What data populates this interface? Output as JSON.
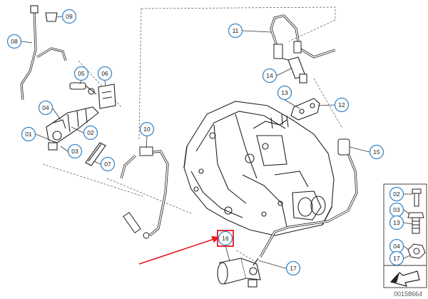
{
  "callouts": [
    {
      "id": "c01",
      "label": "01"
    },
    {
      "id": "c02",
      "label": "02"
    },
    {
      "id": "c03",
      "label": "03"
    },
    {
      "id": "c04",
      "label": "04"
    },
    {
      "id": "c05",
      "label": "05"
    },
    {
      "id": "c06",
      "label": "06"
    },
    {
      "id": "c07",
      "label": "07"
    },
    {
      "id": "c08",
      "label": "08"
    },
    {
      "id": "c09",
      "label": "09"
    },
    {
      "id": "c10",
      "label": "10"
    },
    {
      "id": "c11",
      "label": "11"
    },
    {
      "id": "c12",
      "label": "12"
    },
    {
      "id": "c13",
      "label": "13"
    },
    {
      "id": "c14",
      "label": "14"
    },
    {
      "id": "c15",
      "label": "15"
    },
    {
      "id": "c16",
      "label": "16"
    },
    {
      "id": "c17",
      "label": "17"
    }
  ],
  "legend": [
    "02",
    "03",
    "13",
    "04",
    "17"
  ],
  "highlight": {
    "label": "16",
    "color": "#e8181e"
  },
  "accent_color": "#3a86c8",
  "reference_number": "00158664"
}
